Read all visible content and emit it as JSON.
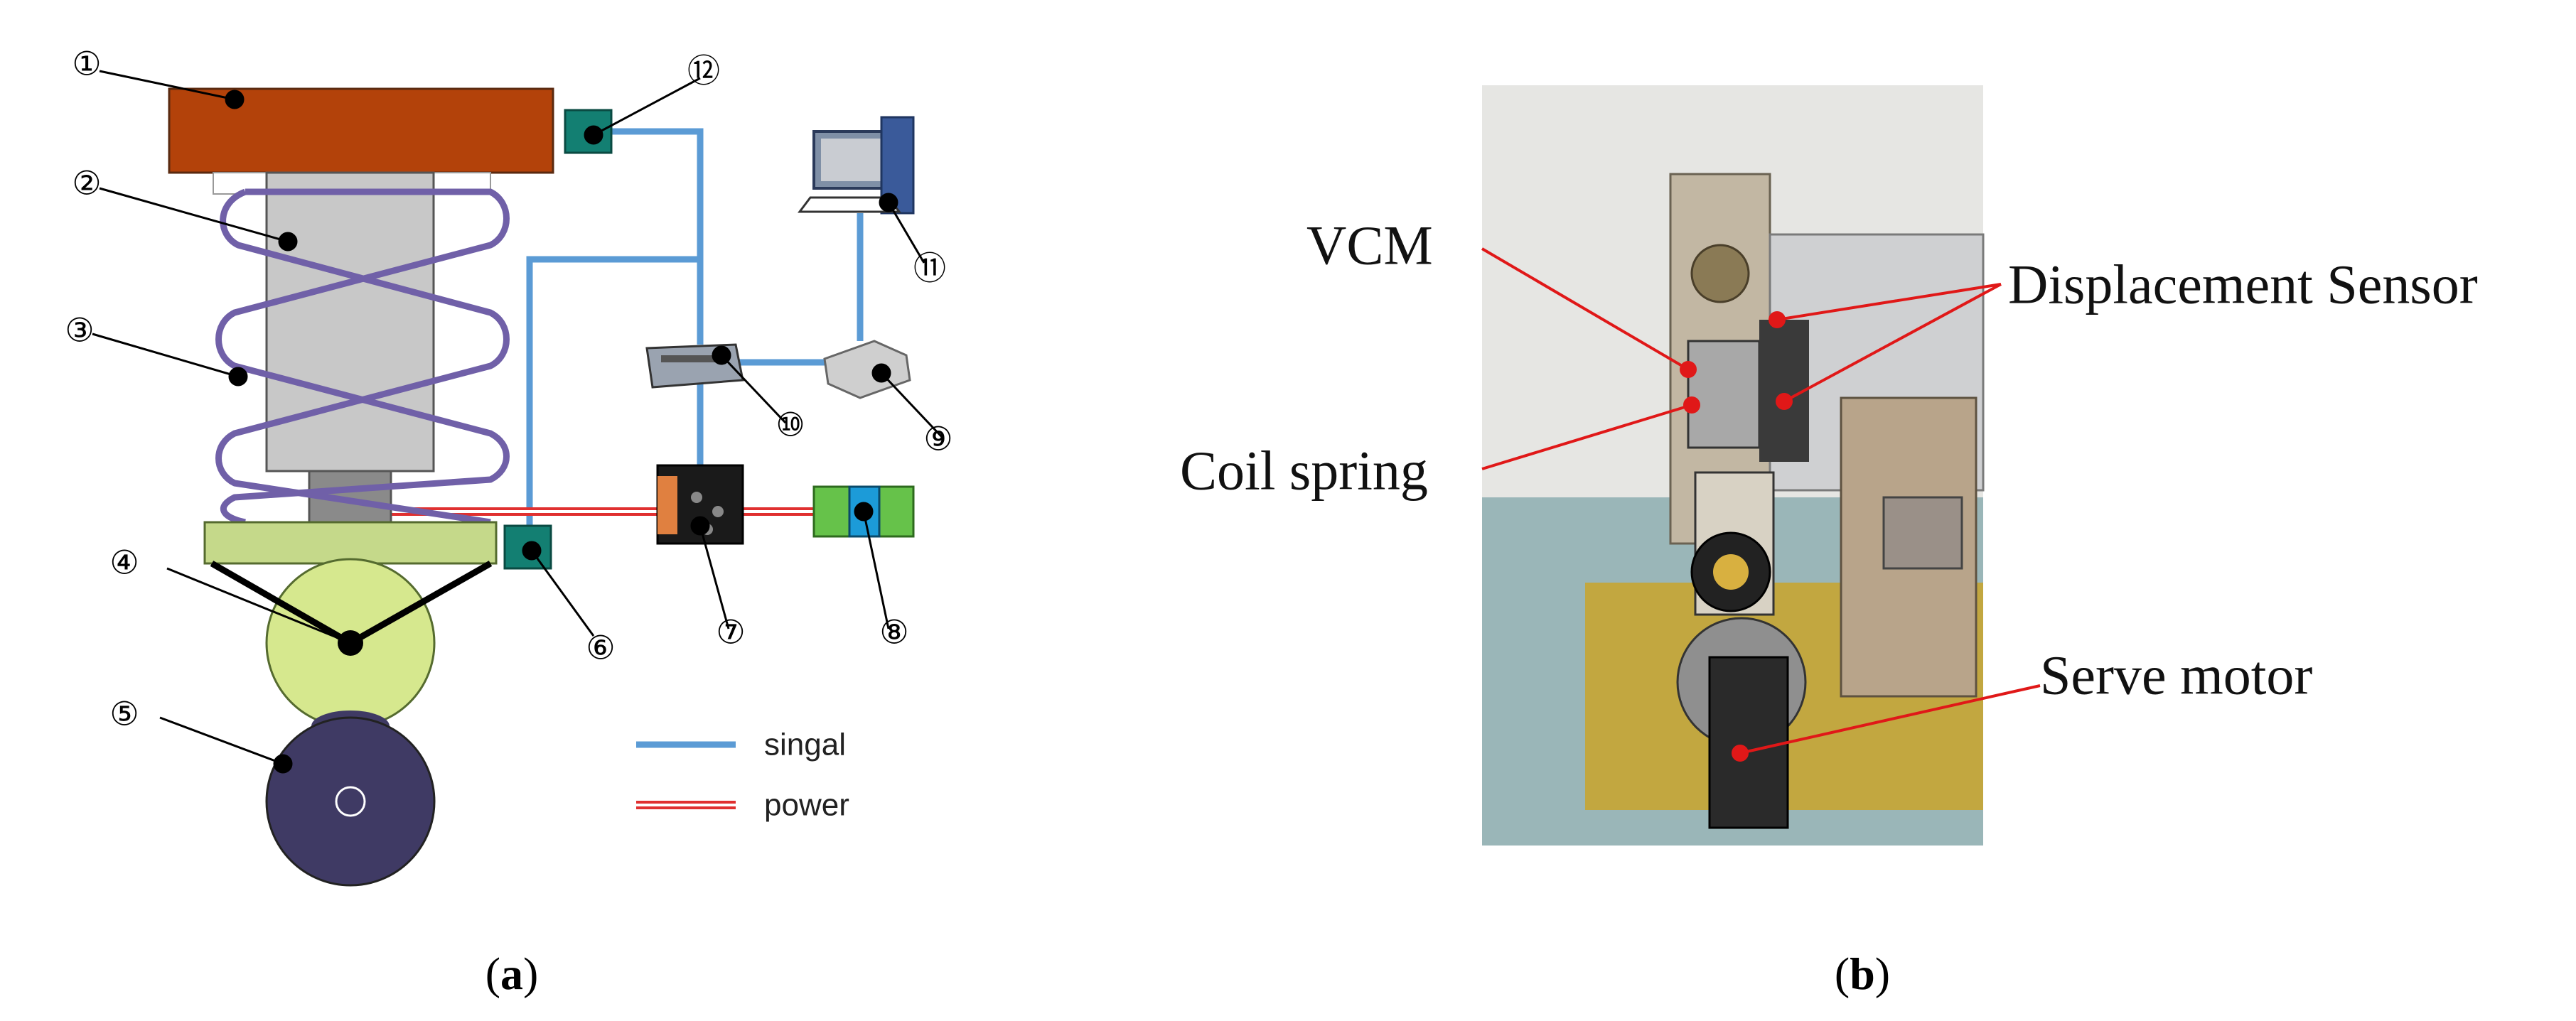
{
  "panel_a": {
    "caption_letter": "a",
    "component_numbers": [
      "①",
      "②",
      "③",
      "④",
      "⑤",
      "⑥",
      "⑦",
      "⑧",
      "⑨",
      "⑩",
      "⑪",
      "⑫"
    ],
    "legend": [
      {
        "label": "singal",
        "color": "#5b9bd5"
      },
      {
        "label": "power",
        "color": "#e03030"
      }
    ]
  },
  "panel_b": {
    "caption_letter": "b",
    "labels": {
      "vcm": "VCM",
      "displacement_sensor": "Displacement Sensor",
      "coil_spring": "Coil spring",
      "serve_motor": "Serve motor"
    }
  },
  "colors": {
    "top_plate": "#b3420a",
    "spring": "#7060a8",
    "damper": "#c8c8c8",
    "base_plate": "#c5d98a",
    "wheel": "#d6e88e",
    "drum": "#3f3a64",
    "sensor_box": "#137f72",
    "signal_line": "#5b9bd5",
    "power_line": "#e03030",
    "leader_red": "#e01818"
  }
}
